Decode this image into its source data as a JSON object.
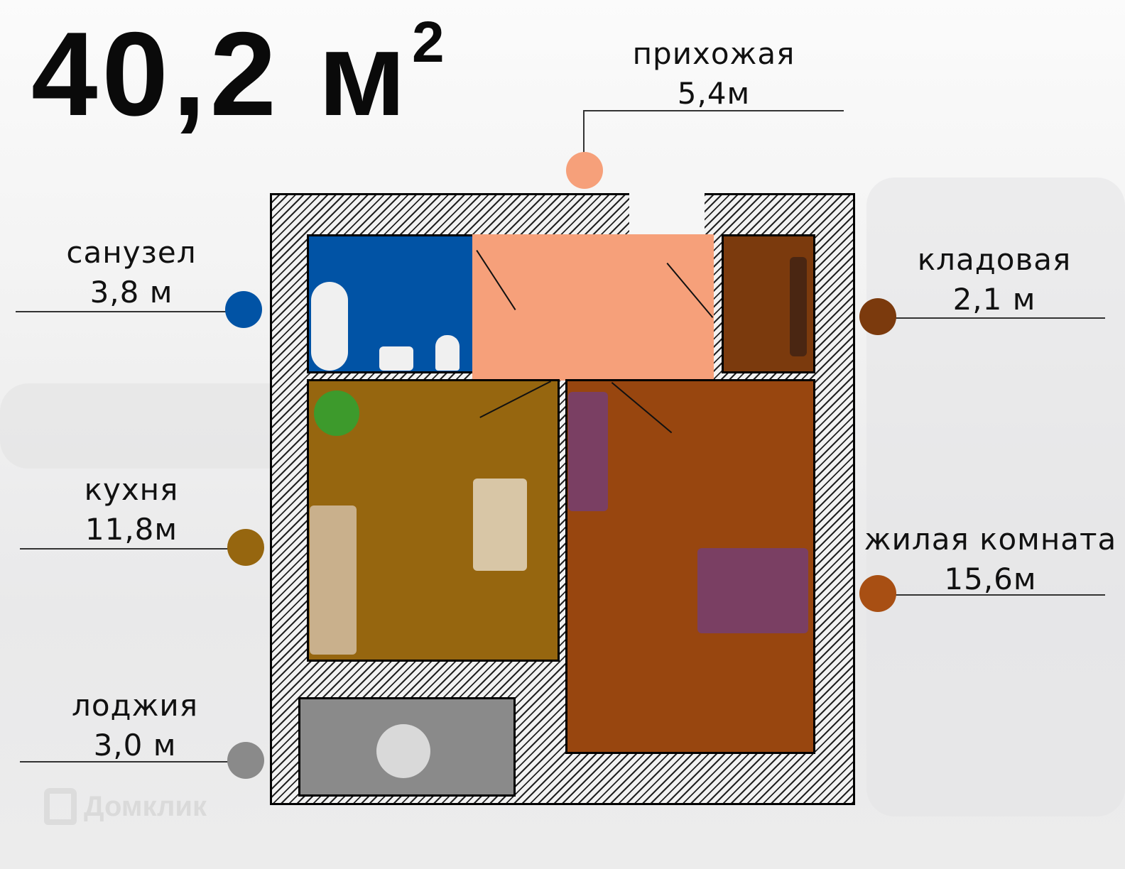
{
  "header": {
    "total_area": "40,2 м",
    "unit_sup": "2"
  },
  "rooms": [
    {
      "id": "hallway",
      "name": "прихожая",
      "area": "5,4м",
      "color": "#f6a07a"
    },
    {
      "id": "bathroom",
      "name": "санузел",
      "area": "3,8 м",
      "color": "#0153a5"
    },
    {
      "id": "storage",
      "name": "кладовая",
      "area": "2,1 м",
      "color": "#7b3a0d"
    },
    {
      "id": "kitchen",
      "name": "кухня",
      "area": "11,8м",
      "color": "#96660f"
    },
    {
      "id": "living",
      "name": "жилая комната",
      "area": "15,6м",
      "color": "#98460f"
    },
    {
      "id": "loggia",
      "name": "лоджия",
      "area": "3,0 м",
      "color": "#8a8a8a"
    }
  ],
  "watermark": {
    "text": "Домклик"
  }
}
